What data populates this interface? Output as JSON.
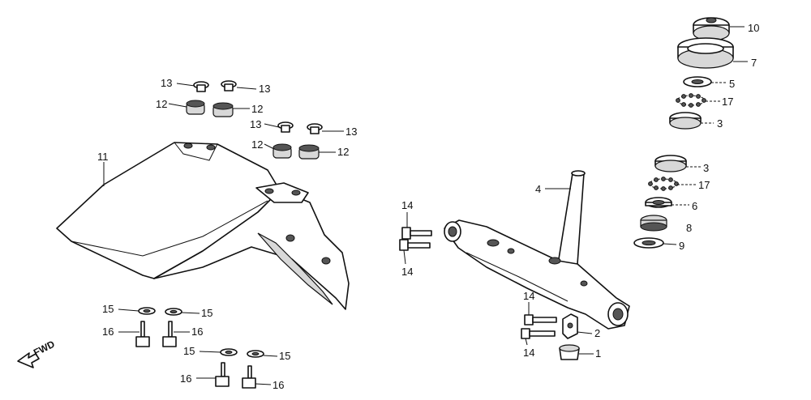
{
  "callouts": {
    "c1": "1",
    "c2": "2",
    "c3a": "3",
    "c3b": "3",
    "c4": "4",
    "c5": "5",
    "c6": "6",
    "c7": "7",
    "c8": "8",
    "c9": "9",
    "c10": "10",
    "c11": "11",
    "c12a": "12",
    "c12b": "12",
    "c12c": "12",
    "c12d": "12",
    "c13a": "13",
    "c13b": "13",
    "c13c": "13",
    "c13d": "13",
    "c14a": "14",
    "c14b": "14",
    "c14c": "14",
    "c14d": "14",
    "c15a": "15",
    "c15b": "15",
    "c15c": "15",
    "c15d": "15",
    "c16a": "16",
    "c16b": "16",
    "c16c": "16",
    "c16d": "16",
    "c17a": "17",
    "c17b": "17"
  },
  "fwd_label": "FWD"
}
